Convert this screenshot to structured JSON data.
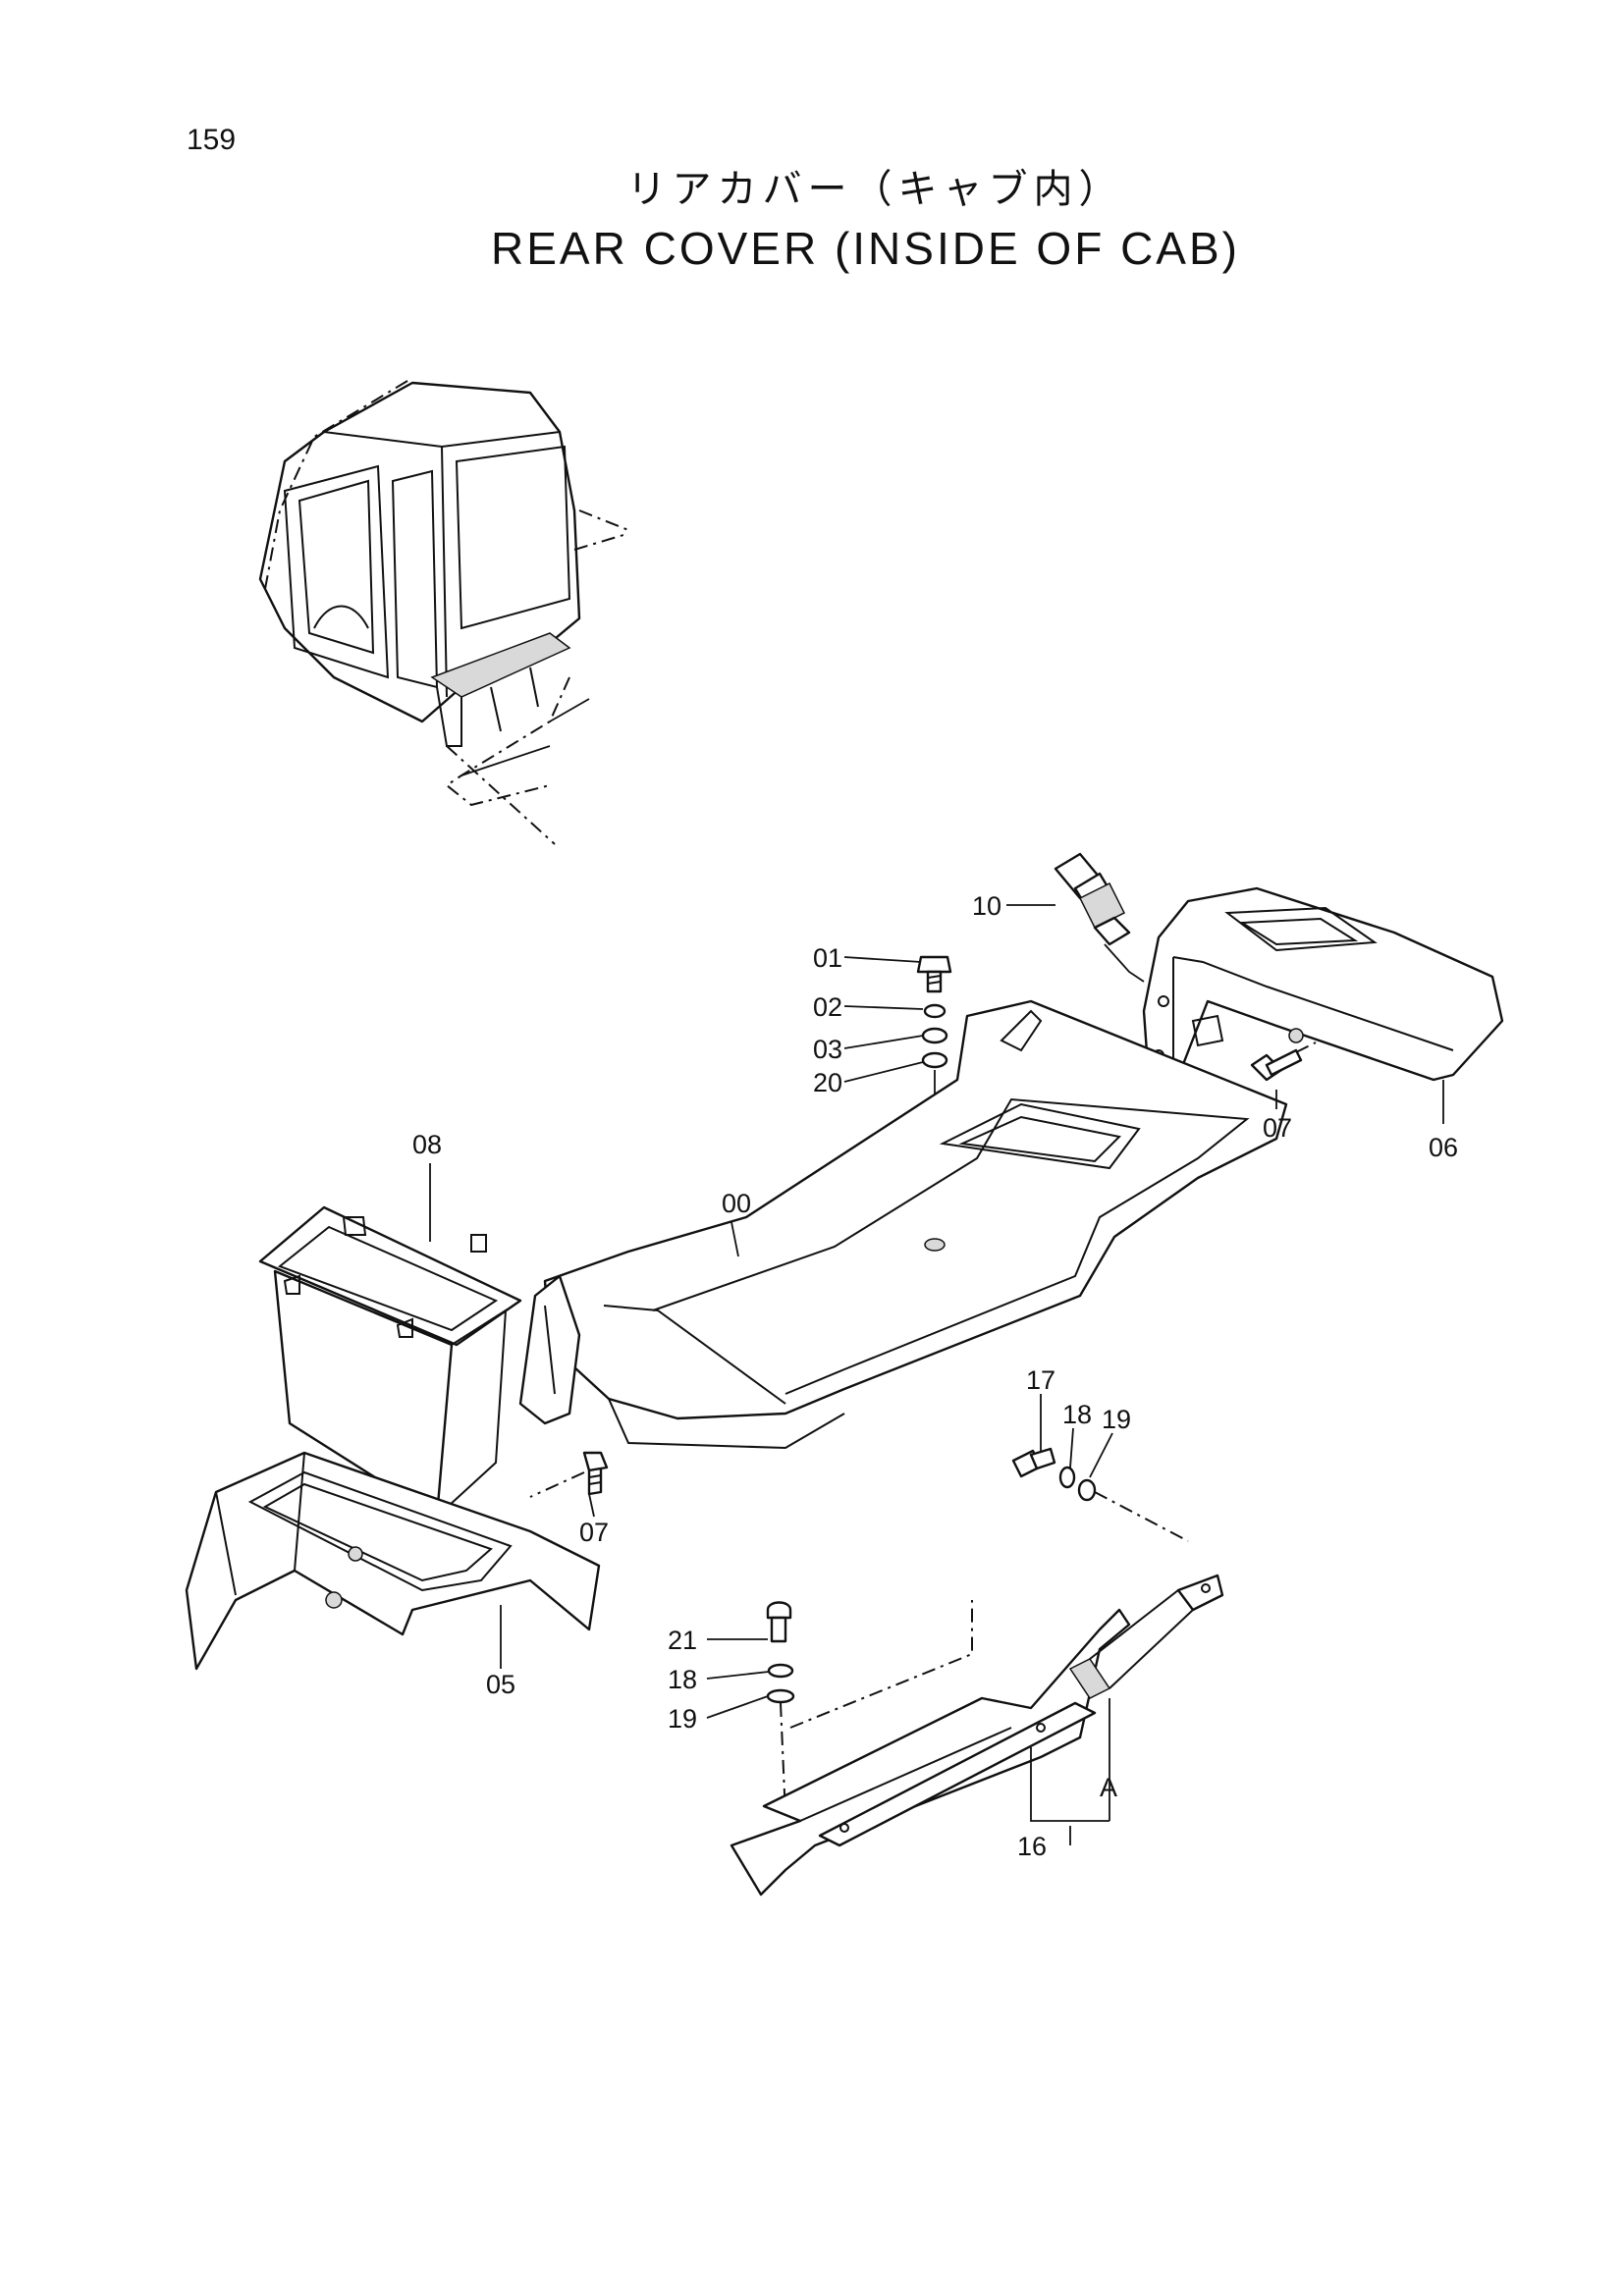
{
  "page": {
    "number": "159",
    "title_jp": "リアカバー（キャブ内）",
    "title_en": "REAR COVER (INSIDE OF CAB)"
  },
  "labels": {
    "p00": "00",
    "p01": "01",
    "p02": "02",
    "p03": "03",
    "p05": "05",
    "p06": "06",
    "p07a": "07",
    "p07b": "07",
    "p08": "08",
    "p10": "10",
    "p16": "16",
    "p17": "17",
    "p18a": "18",
    "p18b": "18",
    "p19a": "19",
    "p19b": "19",
    "p20": "20",
    "p21": "21",
    "pA": "A"
  }
}
